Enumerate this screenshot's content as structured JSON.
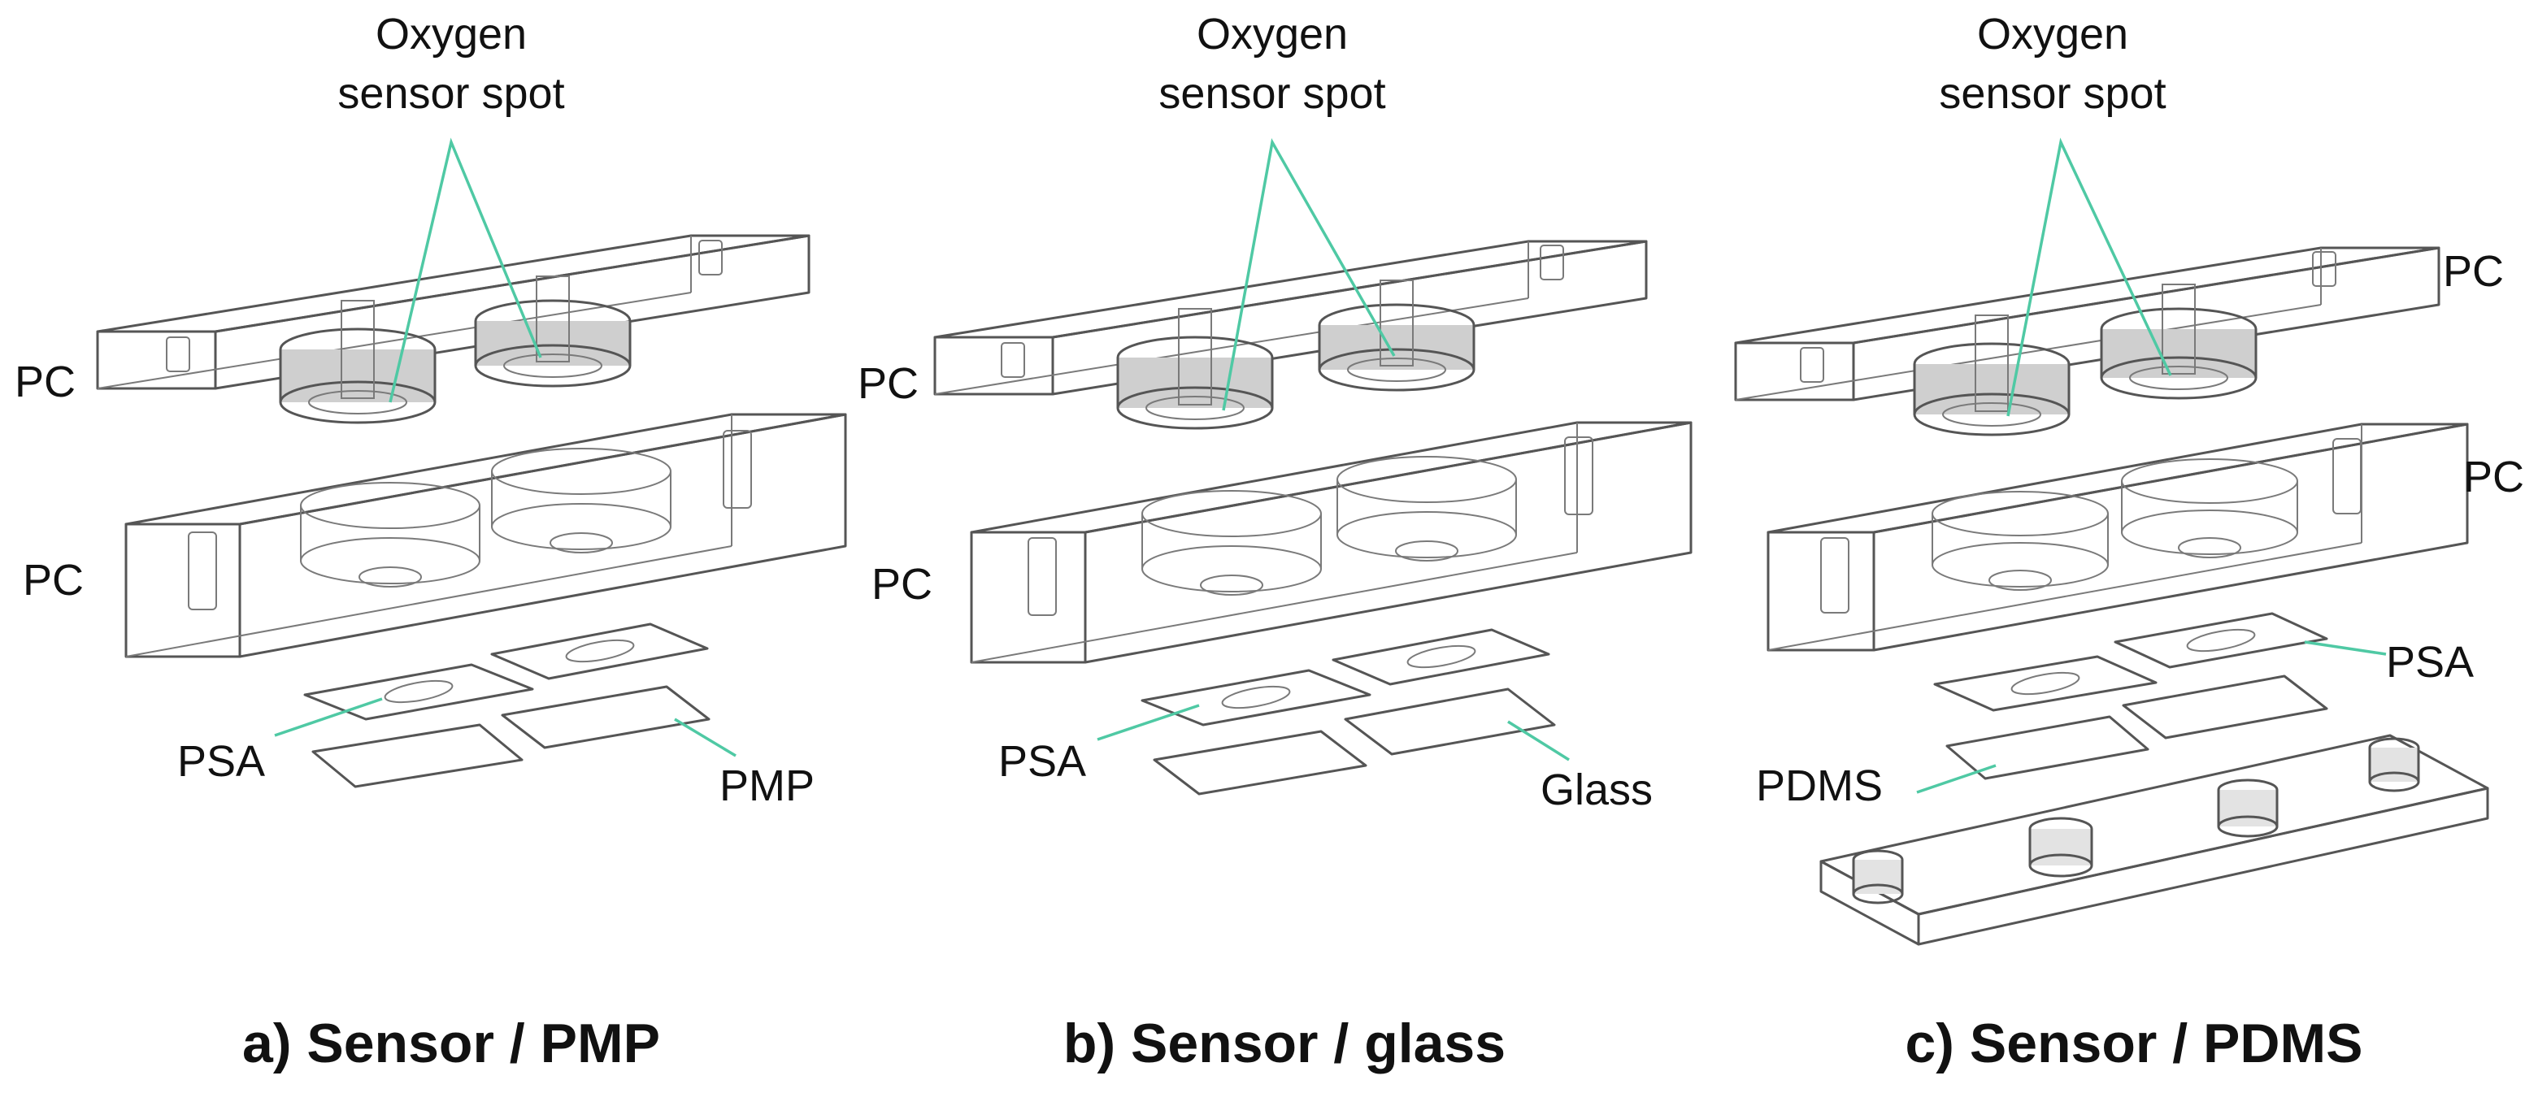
{
  "colors": {
    "leader": "#4fc9a4",
    "pmp": "#efc9c6",
    "glass": "#a9a8e3",
    "pdms": "#7ee0c6",
    "psa": "#e6e6e6",
    "part": "#d9d9d9"
  },
  "panels": [
    {
      "id": "a",
      "sensor_label": "Oxygen\nsensor spot",
      "sensor_line1": "Oxygen",
      "sensor_line2": "sensor spot",
      "top_layer_label": "PC",
      "mid_layer_label": "PC",
      "adhesive_label": "PSA",
      "substrate_label": "PMP",
      "caption": "a) Sensor / PMP"
    },
    {
      "id": "b",
      "sensor_line1": "Oxygen",
      "sensor_line2": "sensor spot",
      "top_layer_label": "PC",
      "mid_layer_label": "PC",
      "adhesive_label": "PSA",
      "substrate_label": "Glass",
      "caption": "b) Sensor / glass"
    },
    {
      "id": "c",
      "sensor_line1": "Oxygen",
      "sensor_line2": "sensor spot",
      "top_layer_label": "PC",
      "mid_layer_label": "PC",
      "adhesive_label": "PSA",
      "substrate_label": "PDMS",
      "caption": "c) Sensor / PDMS"
    }
  ]
}
